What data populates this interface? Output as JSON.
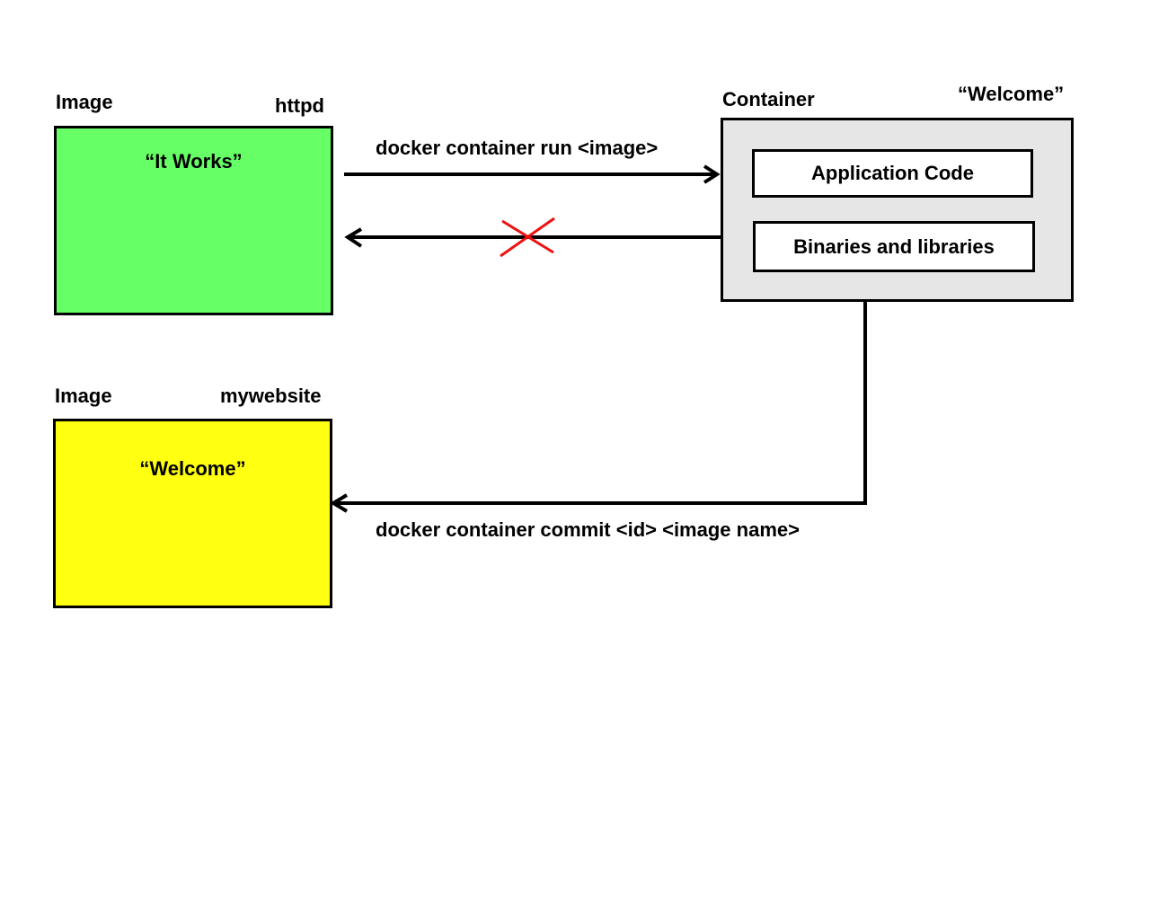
{
  "image_httpd": {
    "label": "Image",
    "name": "httpd",
    "content": "“It Works”",
    "color": "#66ff66"
  },
  "image_mywebsite": {
    "label": "Image",
    "name": "mywebsite",
    "content": "“Welcome”",
    "color": "#ffff11"
  },
  "container": {
    "label": "Container",
    "content": "“Welcome”",
    "color": "#e6e6e6",
    "layers": {
      "app_code": "Application Code",
      "binaries": "Binaries and libraries"
    }
  },
  "arrows": {
    "run_command": "docker container run <image>",
    "commit_command": "docker container commit <id> <image name>",
    "blocked_color": "#ee1111"
  }
}
